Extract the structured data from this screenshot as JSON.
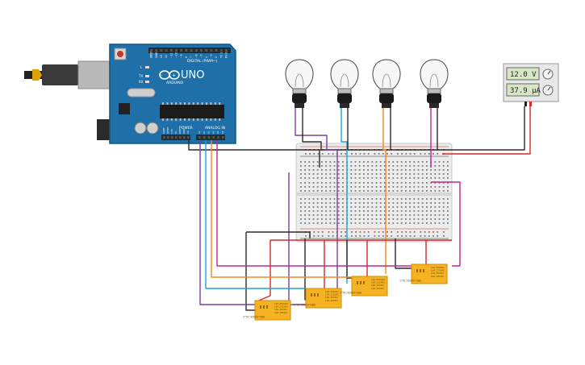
{
  "arduino": {
    "brand": "UNO",
    "maker": "ARDUINO",
    "digital_label": "DIGITAL (PWM~)",
    "power_label": "POWER",
    "analog_label": "ANALOG IN",
    "power_pins": [
      "IOREF",
      "RESET",
      "3.3V",
      "5V",
      "GND",
      "GND",
      "Vin"
    ],
    "analog_pins": [
      "A0",
      "A1",
      "A2",
      "A3",
      "A4",
      "A5"
    ],
    "digital_pins": [
      "AREF",
      "GND",
      "13",
      "12",
      "~11",
      "~10",
      "~9",
      "8",
      "7",
      "~6",
      "~5",
      "4",
      "~3",
      "2",
      "TX 1",
      "RX 0"
    ],
    "led_labels": [
      "L",
      "TX",
      "RX"
    ]
  },
  "power_supply": {
    "voltage": "12.0 V",
    "current": "37.9 µA"
  },
  "relays": [
    {
      "id": "relay-1",
      "lines": [
        "10A 250VAC",
        "10A 125VAC",
        "10A 30VDC",
        "10A 28VDC"
      ],
      "model": "SRD-05VDC-SL-C"
    },
    {
      "id": "relay-2",
      "lines": [
        "10A 250VAC",
        "10A 125VAC",
        "10A 30VDC",
        "10A 28VDC"
      ],
      "model": "SRD-05VDC-SL-C"
    },
    {
      "id": "relay-3",
      "lines": [
        "10A 250VAC",
        "10A 125VAC",
        "10A 30VDC",
        "10A 28VDC"
      ],
      "model": "SRD-05VDC-SL-C"
    },
    {
      "id": "relay-4",
      "lines": [
        "10A 250VAC",
        "10A 125VAC",
        "10A 30VDC",
        "10A 28VDC"
      ],
      "model": "SRD-05VDC-SL-C"
    }
  ],
  "colors": {
    "board": "#1f6fa8",
    "board_dark": "#17557f",
    "breadboard": "#ececec",
    "relay": "#f5b323",
    "wire_black": "#2b2b2b",
    "wire_red": "#d62828",
    "wire_purple": "#7b3fa0",
    "wire_blue": "#1aa3d9",
    "wire_orange": "#f08a1c",
    "wire_magenta": "#c2268f",
    "psu_body": "#e8e8e8",
    "lcd": "#d7e6c4"
  }
}
